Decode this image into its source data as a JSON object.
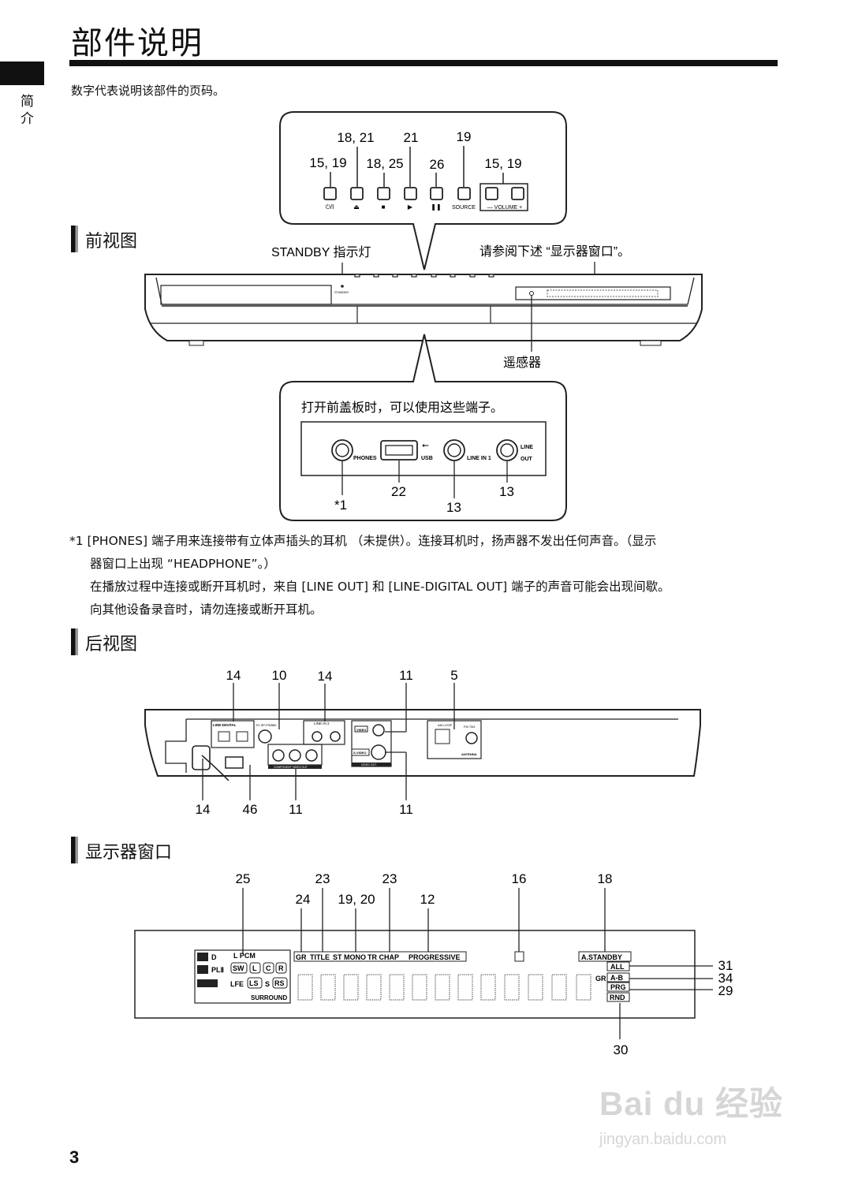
{
  "header": {
    "title": "部件说明",
    "side_tab": "简介",
    "intro": "数字代表说明该部件的页码。"
  },
  "front": {
    "section": "前视图",
    "standby_label": "STANDBY 指示灯",
    "display_ref": "请参阅下述 “显示器窗口”。",
    "remote_sensor": "遥感器",
    "unit_standby_text": "STANDBY",
    "buttons": {
      "nums": [
        "15, 19",
        "18, 21",
        "18, 25",
        "21",
        "26",
        "19",
        "15, 19"
      ],
      "labels": [
        "⏻/I",
        "⏏",
        "■",
        "▶",
        "❚❚",
        "SOURCE",
        "— VOLUME +"
      ]
    },
    "terminals_caption": "打开前盖板时，可以使用这些端子。",
    "terminals": {
      "phones": "PHONES",
      "usb": "USB",
      "line_in1": "LINE IN 1",
      "line_out_1": "LINE",
      "line_out_2": "OUT",
      "callouts": [
        "*1",
        "22",
        "13",
        "13"
      ]
    }
  },
  "notes": {
    "line1": "*1 [PHONES] 端子用来连接带有立体声插头的耳机 （未提供）。连接耳机时，扬声器不发出任何声音。（显示",
    "line2": "器窗口上出现 “HEADPHONE”。）",
    "line3": "在播放过程中连接或断开耳机时，来自 [LINE OUT] 和 [LINE-DIGITAL OUT] 端子的声音可能会出现间歇。",
    "line4": "向其他设备录音时，请勿连接或断开耳机。"
  },
  "rear": {
    "section": "后视图",
    "top_nums": [
      "14",
      "10",
      "14",
      "11",
      "5"
    ],
    "bottom_nums": [
      "14",
      "46",
      "11",
      "11"
    ],
    "labels": {
      "line_digital": "LINE-DIGITAL",
      "to_sp": "TO SP-PW880",
      "line_in2": "LINE IN 2",
      "video": "VIDEO",
      "svideo": "S-VIDEO",
      "video_out": "VIDEO OUT",
      "component": "COMPONENT VIDEO OUT",
      "am_loop": "AM LOOP",
      "fm": "FM 75Ω",
      "antenna": "ANTENNA"
    }
  },
  "display": {
    "section": "显示器窗口",
    "top_nums": [
      "25",
      "23",
      "23",
      "16",
      "18"
    ],
    "mid_nums": [
      "24",
      "19, 20",
      "12"
    ],
    "right_nums": [
      "31",
      "34",
      "29"
    ],
    "bottom_num": "30",
    "indicators": {
      "lpcm": "L PCM",
      "d": "D",
      "pl": "PLⅡ",
      "sw": "SW",
      "l": "L",
      "c": "C",
      "r": "R",
      "lfe": "LFE",
      "ls": "LS",
      "s": "S",
      "rs": "RS",
      "surround": "SURROUND",
      "gr": "GR",
      "title": "TITLE",
      "st_mono": "ST MONO",
      "tr_chap": "TR CHAP",
      "progressive": "PROGRESSIVE",
      "a_standby": "A.STANDBY",
      "all": "ALL",
      "gr2": "GR",
      "ab": "A-B",
      "prg": "PRG",
      "rnd": "RND"
    }
  },
  "page_number": "3",
  "watermark": {
    "line1": "Bai du 经验",
    "line2": "jingyan.baidu.com"
  }
}
